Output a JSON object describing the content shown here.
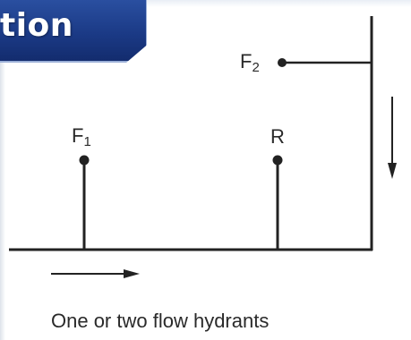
{
  "banner": {
    "text": "tion"
  },
  "labels": {
    "f1_letter": "F",
    "f1_sub": "1",
    "f2_letter": "F",
    "f2_sub": "2",
    "r": "R"
  },
  "caption": "One or two flow hydrants",
  "colors": {
    "banner": "#1b3a86",
    "lines": "#222222"
  }
}
